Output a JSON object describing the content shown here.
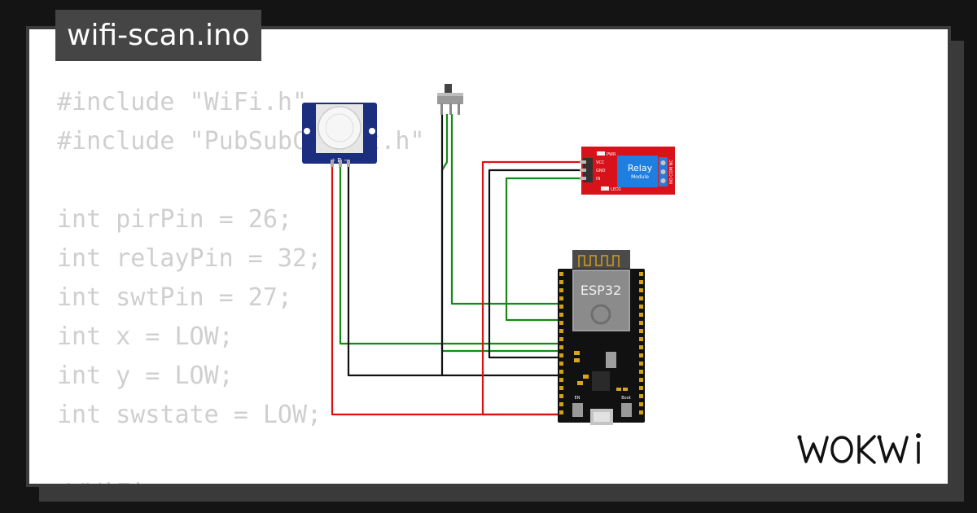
{
  "project": {
    "filename": "wifi-scan.ino"
  },
  "code_lines": [
    "#include \"WiFi.h\"",
    "#include \"PubSubClient.h\"",
    "",
    "int pirPin = 26;",
    "int relayPin = 32;",
    "int swtPin = 27;",
    "int x = LOW;",
    "int y = LOW;",
    "int swstate = LOW;",
    "",
    "//WiFi"
  ],
  "components": {
    "pir_pins": "+ D −",
    "relay_title": "Relay",
    "relay_subtitle": "Module",
    "relay_pins": [
      "VCC",
      "GND",
      "IN"
    ],
    "relay_leds": [
      "PWR",
      "LED1"
    ],
    "relay_terminals": "NO COM NC",
    "esp32_label": "ESP32",
    "esp32_buttons": [
      "EN",
      "Boot"
    ]
  },
  "wire_colors": {
    "signal": "#138a13",
    "ground": "#111111",
    "power": "#dd1111"
  },
  "brand": {
    "name": "WOKWI"
  }
}
